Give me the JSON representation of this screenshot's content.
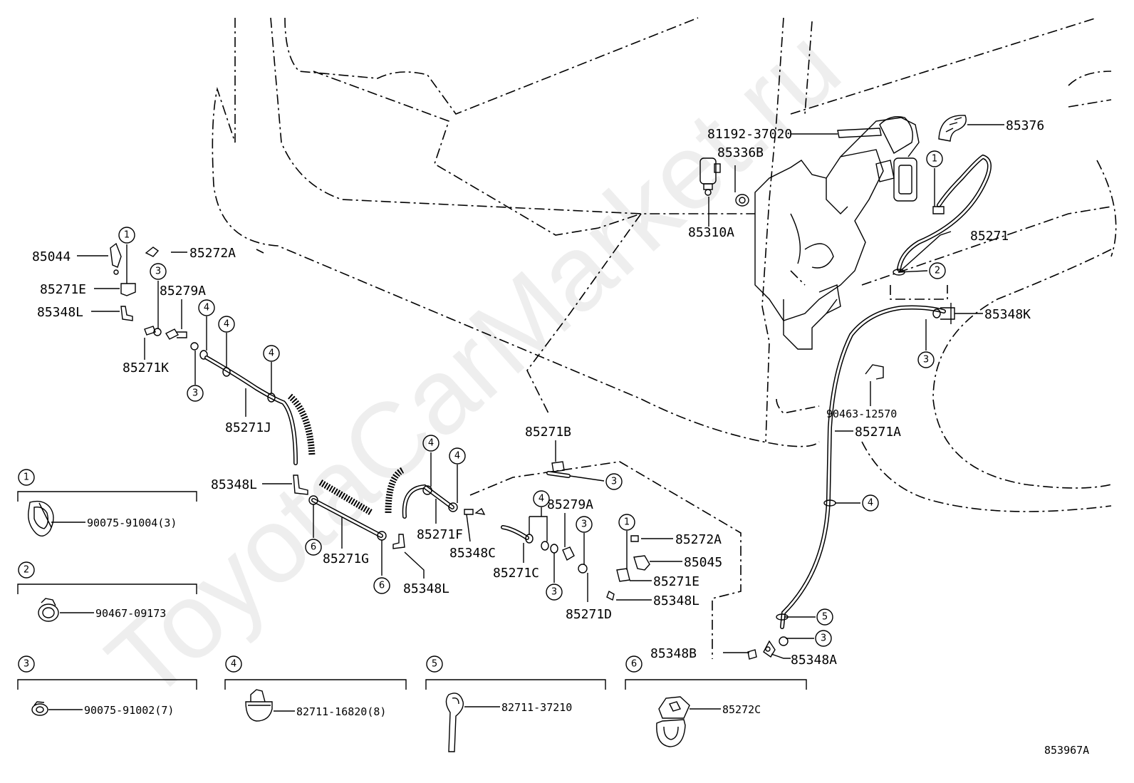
{
  "diagram": {
    "watermark": "ToyotaCarMarket.ru",
    "figure_id": "853967A",
    "callouts": {
      "p85044": "85044",
      "p85272A_top": "85272A",
      "p85271E_top": "85271E",
      "p85279A_top": "85279A",
      "p85348L_top": "85348L",
      "p85271K": "85271K",
      "p85271J": "85271J",
      "p85348L_mid": "85348L",
      "p85271G": "85271G",
      "p85348L_low": "85348L",
      "p85271F": "85271F",
      "p85348C": "85348C",
      "p85271B": "85271B",
      "p85279A_mid": "85279A",
      "p85271C": "85271C",
      "p85271D": "85271D",
      "p85272A_mid": "85272A",
      "p85045": "85045",
      "p85271E_mid": "85271E",
      "p85348L_right": "85348L",
      "p81192": "81192-37020",
      "p85336B": "85336B",
      "p85310A": "85310A",
      "p85376": "85376",
      "p85271": "85271",
      "p85348K": "85348K",
      "p90463": "90463-12570",
      "p85271A": "85271A",
      "p85348B": "85348B",
      "p85348A": "85348A"
    },
    "legend": [
      {
        "num": "1",
        "part": "90075-91004(3)",
        "icon": "clip-1-icon"
      },
      {
        "num": "2",
        "part": "90467-09173",
        "icon": "clip-2-icon"
      },
      {
        "num": "3",
        "part": "90075-91002(7)",
        "icon": "clip-3-icon"
      },
      {
        "num": "4",
        "part": "82711-16820(8)",
        "icon": "clamp-4-icon"
      },
      {
        "num": "5",
        "part": "82711-37210",
        "icon": "tie-5-icon"
      },
      {
        "num": "6",
        "part": "85272C",
        "icon": "clip-6-icon"
      }
    ]
  }
}
